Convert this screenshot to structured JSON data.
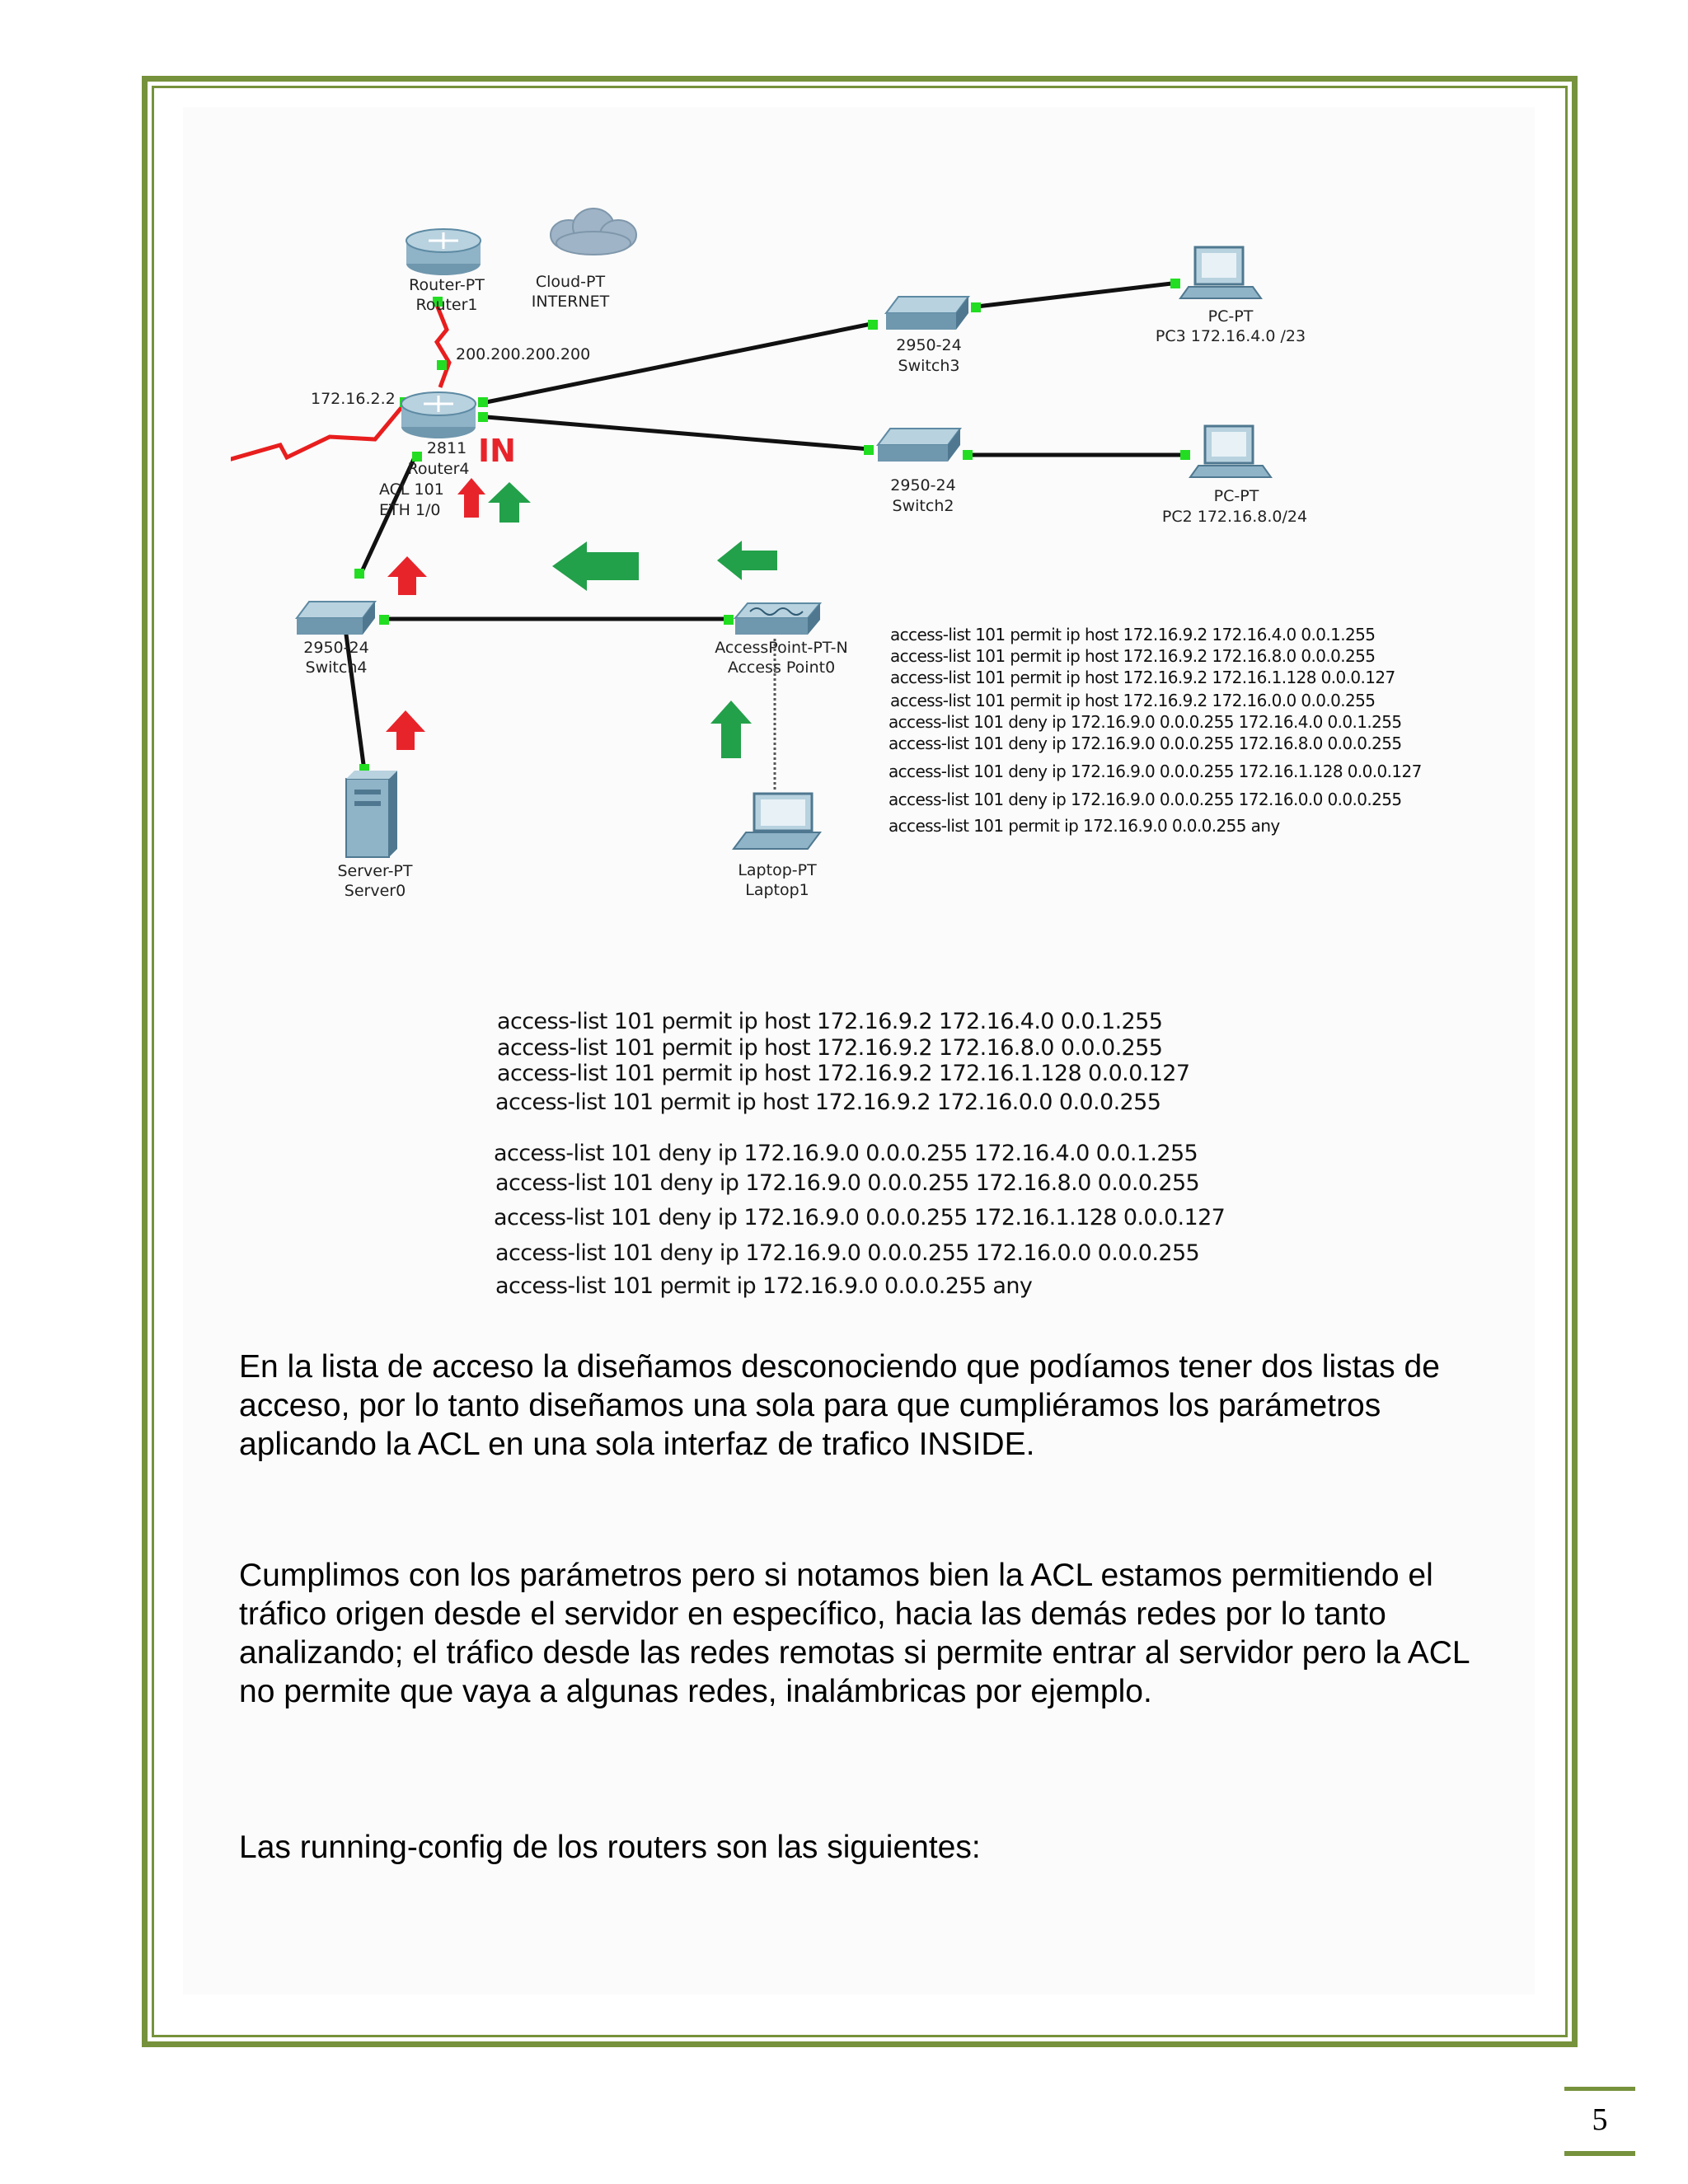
{
  "diagram": {
    "devices": {
      "router1": {
        "type": "Router-PT",
        "name": "Router1"
      },
      "cloud": {
        "type": "Cloud-PT",
        "name": "INTERNET"
      },
      "router4": {
        "type": "2811",
        "name": "Router4",
        "acl": "ACL 101",
        "iface": "ETH 1/0"
      },
      "switch3": {
        "type": "2950-24",
        "name": "Switch3"
      },
      "switch2": {
        "type": "2950-24",
        "name": "Switch2"
      },
      "switch4": {
        "type": "2950-24",
        "name": "Switch4"
      },
      "pc3": {
        "type": "PC-PT",
        "name": "PC3 172.16.4.0 /23"
      },
      "pc2": {
        "type": "PC-PT",
        "name": "PC2 172.16.8.0/24"
      },
      "ap": {
        "type": "AccessPoint-PT-N",
        "name": "Access Point0"
      },
      "laptop": {
        "type": "Laptop-PT",
        "name": "Laptop1"
      },
      "server": {
        "type": "Server-PT",
        "name": "Server0"
      }
    },
    "labels": {
      "wan_ip": "200.200.200.200",
      "lan_ip": "172.16.2.2",
      "in_marker": "IN"
    },
    "colors": {
      "arrow_red": "#e8242b",
      "arrow_green": "#23a04a",
      "link_black": "#111111",
      "link_serial": "#e81e1e",
      "port_green": "#22dd22",
      "frame_green": "#76923c"
    }
  },
  "acl_small": [
    "access-list 101 permit ip host 172.16.9.2 172.16.4.0 0.0.1.255",
    "access-list 101 permit ip host 172.16.9.2 172.16.8.0 0.0.0.255",
    "access-list 101 permit ip host 172.16.9.2 172.16.1.128 0.0.0.127",
    "access-list 101 permit ip host 172.16.9.2 172.16.0.0 0.0.0.255",
    "access-list 101 deny ip 172.16.9.0 0.0.0.255 172.16.4.0 0.0.1.255",
    "access-list 101 deny ip 172.16.9.0 0.0.0.255 172.16.8.0 0.0.0.255",
    "access-list 101 deny ip 172.16.9.0 0.0.0.255 172.16.1.128 0.0.0.127",
    "access-list 101 deny ip 172.16.9.0 0.0.0.255 172.16.0.0 0.0.0.255",
    "access-list 101 permit ip 172.16.9.0 0.0.0.255 any"
  ],
  "acl_large": [
    "access-list 101 permit ip host 172.16.9.2 172.16.4.0 0.0.1.255",
    "access-list 101 permit ip host 172.16.9.2 172.16.8.0 0.0.0.255",
    "access-list 101 permit ip host 172.16.9.2 172.16.1.128 0.0.0.127",
    "access-list 101 permit ip host 172.16.9.2 172.16.0.0 0.0.0.255",
    "access-list 101 deny ip 172.16.9.0 0.0.0.255 172.16.4.0 0.0.1.255",
    "access-list 101 deny ip 172.16.9.0 0.0.0.255 172.16.8.0 0.0.0.255",
    "access-list 101 deny ip 172.16.9.0 0.0.0.255 172.16.1.128 0.0.0.127",
    "access-list 101 deny ip 172.16.9.0 0.0.0.255 172.16.0.0 0.0.0.255",
    "access-list 101 permit ip 172.16.9.0 0.0.0.255 any"
  ],
  "paragraphs": {
    "p1": "En la lista de acceso la diseñamos desconociendo que podíamos tener dos listas de acceso, por lo tanto diseñamos una sola para que cumpliéramos los parámetros aplicando la ACL  en una sola interfaz de trafico INSIDE.",
    "p2": "Cumplimos con los parámetros pero si notamos bien la ACL estamos permitiendo el tráfico origen desde el servidor en específico, hacia las demás redes por lo tanto analizando; el tráfico desde las redes remotas si permite entrar al servidor pero la ACL no permite que vaya a algunas redes, inalámbricas por ejemplo.",
    "p3": "Las running-config de los routers son las siguientes:"
  },
  "page_number": "5"
}
